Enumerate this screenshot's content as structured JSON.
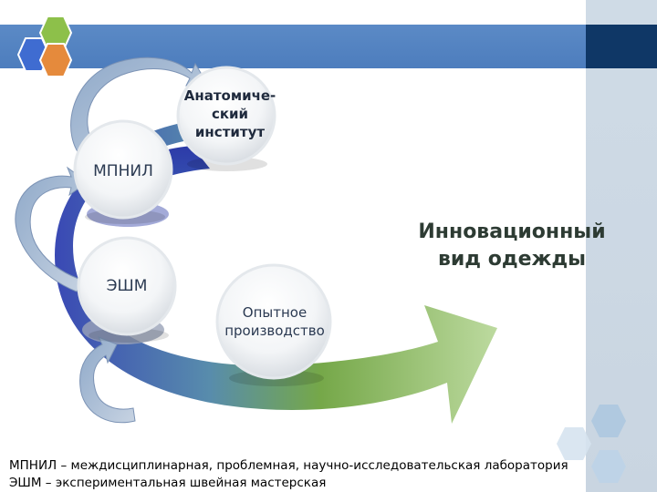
{
  "colors": {
    "accent_blue": "#4d7dbd",
    "dark_navy": "#0f3766",
    "arrow_green": "#6ea33f",
    "arrow_blue": "#3f56b8",
    "hex_blue": "#3f6cd1",
    "hex_green": "#8dc04a",
    "hex_orange": "#e58a3c",
    "hex_light": "#a9c6e0"
  },
  "diagram": {
    "nodes": [
      {
        "id": "anat",
        "label": "Анатомиче-\nский\nинститут"
      },
      {
        "id": "mpnil",
        "label": "МПНИЛ"
      },
      {
        "id": "eshm",
        "label": "ЭШМ"
      },
      {
        "id": "opyt",
        "label": "Опытное\nпроизводство"
      }
    ],
    "target": "Инновационный\nвид одежды"
  },
  "footnotes": [
    "МПНИЛ – междисциплинарная, проблемная, научно-исследовательская лаборатория",
    "ЭШМ – экспериментальная швейная мастерская"
  ]
}
